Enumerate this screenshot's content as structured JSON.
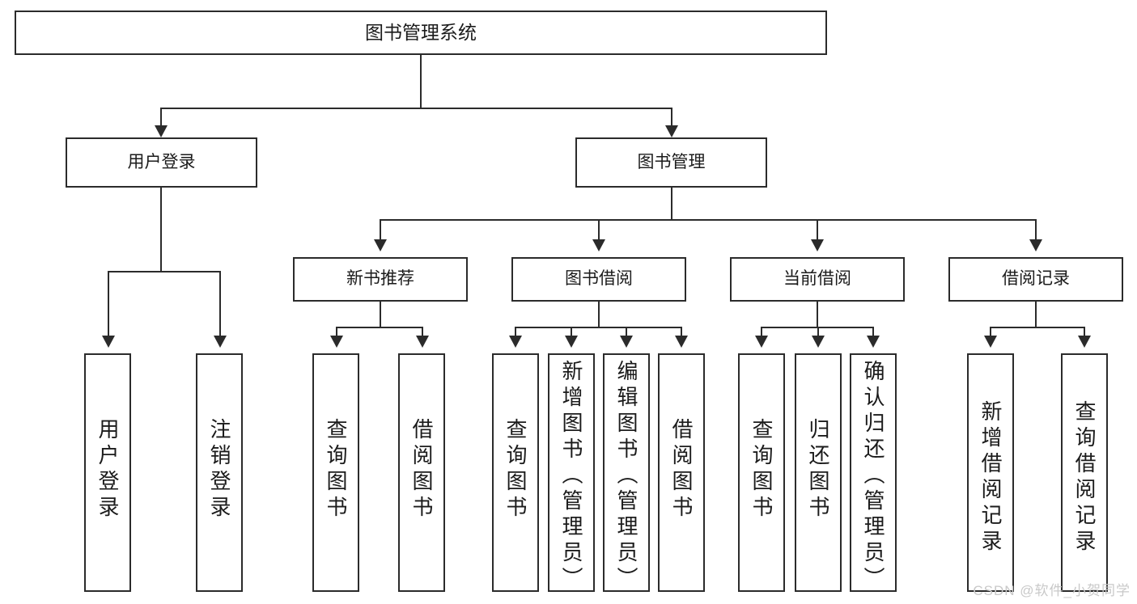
{
  "diagram": {
    "title": "图书管理系统",
    "type": "tree",
    "root": {
      "id": "root",
      "label": "图书管理系统"
    },
    "level2": [
      {
        "id": "user-login",
        "label": "用户登录"
      },
      {
        "id": "book-manage",
        "label": "图书管理"
      }
    ],
    "level3": [
      {
        "id": "new-rec",
        "label": "新书推荐"
      },
      {
        "id": "borrow",
        "label": "图书借阅"
      },
      {
        "id": "current",
        "label": "当前借阅"
      },
      {
        "id": "record",
        "label": "借阅记录"
      }
    ],
    "leaves": [
      {
        "id": "leaf-1",
        "parent": "user-login",
        "label": "用户登录"
      },
      {
        "id": "leaf-2",
        "parent": "user-login",
        "label": "注销登录"
      },
      {
        "id": "leaf-3",
        "parent": "new-rec",
        "label": "查询图书"
      },
      {
        "id": "leaf-4",
        "parent": "new-rec",
        "label": "借阅图书"
      },
      {
        "id": "leaf-5",
        "parent": "borrow",
        "label": "查询图书"
      },
      {
        "id": "leaf-6",
        "parent": "borrow",
        "label": "新增图书（管理员）"
      },
      {
        "id": "leaf-7",
        "parent": "borrow",
        "label": "编辑图书（管理员）"
      },
      {
        "id": "leaf-8",
        "parent": "borrow",
        "label": "借阅图书"
      },
      {
        "id": "leaf-9",
        "parent": "current",
        "label": "查询图书"
      },
      {
        "id": "leaf-10",
        "parent": "current",
        "label": "归还图书"
      },
      {
        "id": "leaf-11",
        "parent": "current",
        "label": "确认归还（管理员）"
      },
      {
        "id": "leaf-12",
        "parent": "record",
        "label": "新增借阅记录"
      },
      {
        "id": "leaf-13",
        "parent": "record",
        "label": "查询借阅记录"
      }
    ],
    "colors": {
      "box_border": "#2b2b2b",
      "box_fill": "#ffffff",
      "connector": "#2b2b2b",
      "text": "#1b1b1b",
      "watermark": "#c9c9c9"
    }
  },
  "watermark": {
    "text": "CSDN @软件_小贺同学"
  }
}
